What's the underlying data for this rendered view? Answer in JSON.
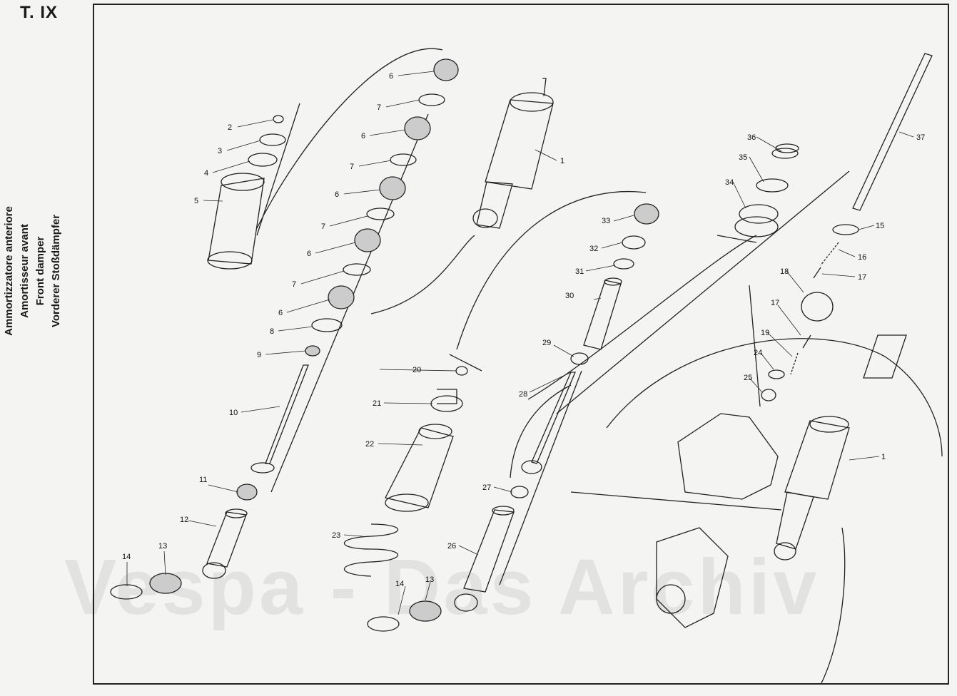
{
  "plate": "T. IX",
  "titles": {
    "it": "Ammortizzatore anteriore",
    "fr": "Amortisseur avant",
    "en": "Front damper",
    "de": "Vorderer Stoßdämpfer"
  },
  "watermark": "Vespa - Das Archiv",
  "labels": {
    "l1a": "1",
    "l1b": "1",
    "l2": "2",
    "l3": "3",
    "l4": "4",
    "l5": "5",
    "l6a": "6",
    "l6b": "6",
    "l6c": "6",
    "l6d": "6",
    "l6e": "6",
    "l7a": "7",
    "l7b": "7",
    "l7c": "7",
    "l7d": "7",
    "l8": "8",
    "l9": "9",
    "l10": "10",
    "l11": "11",
    "l12": "12",
    "l13a": "13",
    "l13b": "13",
    "l14a": "14",
    "l14b": "14",
    "l15": "15",
    "l16": "16",
    "l17a": "17",
    "l17b": "17",
    "l18": "18",
    "l19": "19",
    "l20": "20",
    "l21": "21",
    "l22": "22",
    "l23": "23",
    "l24": "24",
    "l25": "25",
    "l26": "26",
    "l27": "27",
    "l28": "28",
    "l29": "29",
    "l30": "30",
    "l31": "31",
    "l32": "32",
    "l33": "33",
    "l34": "34",
    "l35": "35",
    "l36": "36",
    "l37": "37"
  }
}
